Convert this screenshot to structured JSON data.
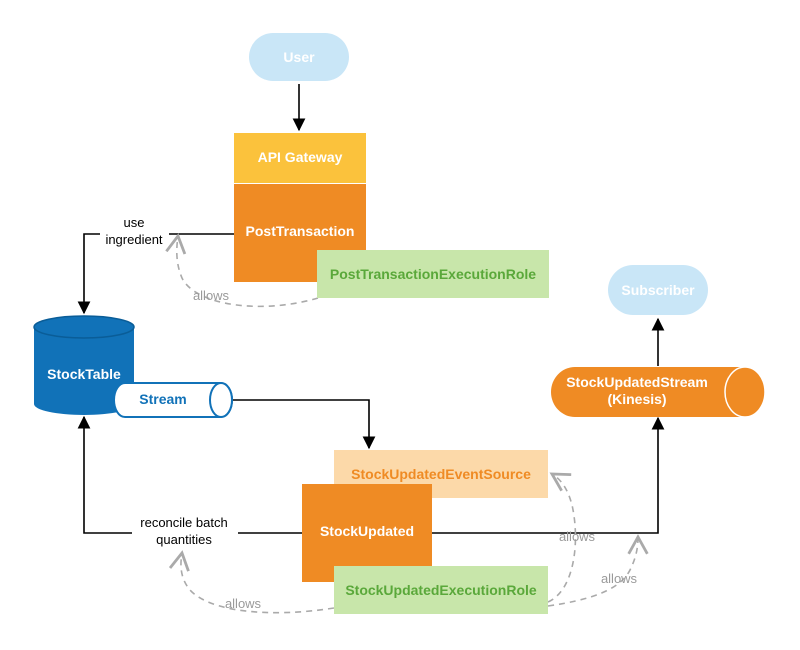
{
  "colors": {
    "user_fill": "#c9e6f7",
    "user_text": "#ffffff",
    "gateway_fill": "#fbc23c",
    "lambda_fill": "#ef8b24",
    "role_fill": "#c8e6aa",
    "role_text": "#5aa83a",
    "eventsource_fill": "#fcd9a9",
    "eventsource_text": "#ef8b24",
    "db_fill": "#1172b8",
    "db_dark": "#0a5d98",
    "stream_text": "#1172b8",
    "arrow": "#000000",
    "allows": "#aaaaaa"
  },
  "nodes": {
    "user": "User",
    "api_gateway": "API Gateway",
    "post_transaction": "PostTransaction",
    "post_transaction_role": "PostTransactionExecutionRole",
    "stock_table": "StockTable",
    "stream": "Stream",
    "subscriber": "Subscriber",
    "stock_updated_stream_line1": "StockUpdatedStream",
    "stock_updated_stream_line2": "(Kinesis)",
    "event_source": "StockUpdatedEventSource",
    "stock_updated": "StockUpdated",
    "stock_updated_role": "StockUpdatedExecutionRole"
  },
  "edge_labels": {
    "use_line1": "use",
    "use_line2": "ingredient",
    "reconcile_line1": "reconcile batch",
    "reconcile_line2": "quantities",
    "allows_post": "allows",
    "allows_event_source": "allows",
    "allows_stream": "allows",
    "allows_table": "allows"
  }
}
